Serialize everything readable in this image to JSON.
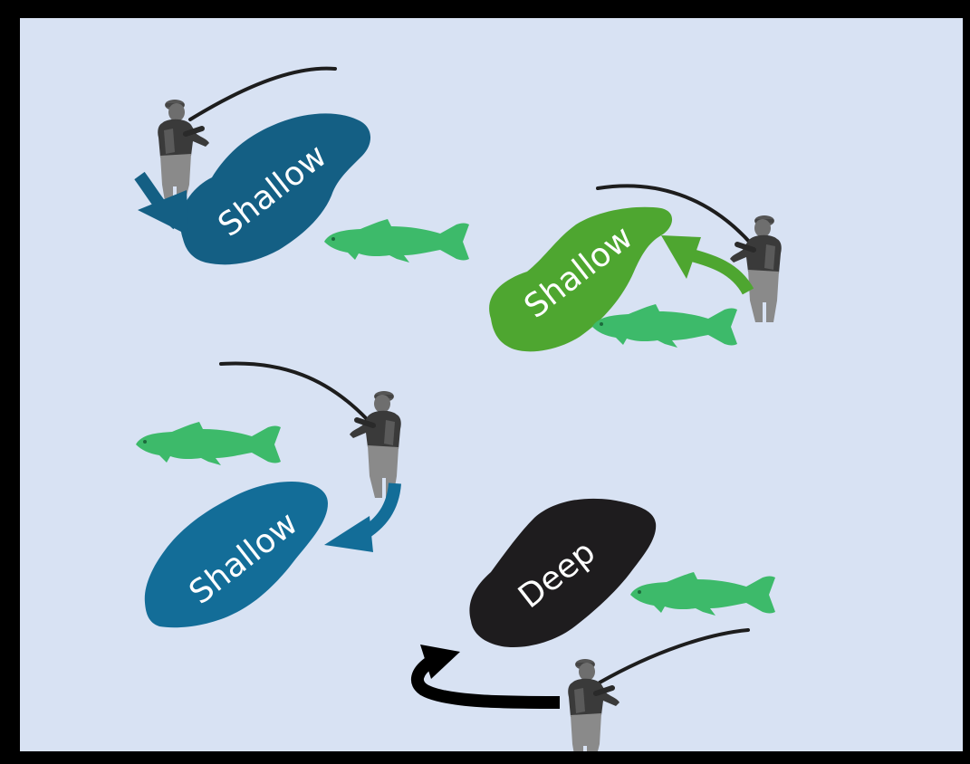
{
  "colors": {
    "background": "#d8e2f3",
    "frame": "#000000",
    "shallow_dark_blue": "#145f84",
    "shallow_green": "#4ea630",
    "shallow_mid_blue": "#136d98",
    "deep_black": "#1e1c1e",
    "fish_green": "#3dba6a",
    "label_text": "#ffffff"
  },
  "pools": [
    {
      "label": "Shallow",
      "color_key": "shallow_dark_blue",
      "icon": "fisherman-icon"
    },
    {
      "label": "Shallow",
      "color_key": "shallow_green",
      "icon": "fisherman-icon"
    },
    {
      "label": "Shallow",
      "color_key": "shallow_mid_blue",
      "icon": "fisherman-icon"
    },
    {
      "label": "Deep",
      "color_key": "deep_black",
      "icon": "fisherman-icon"
    }
  ]
}
